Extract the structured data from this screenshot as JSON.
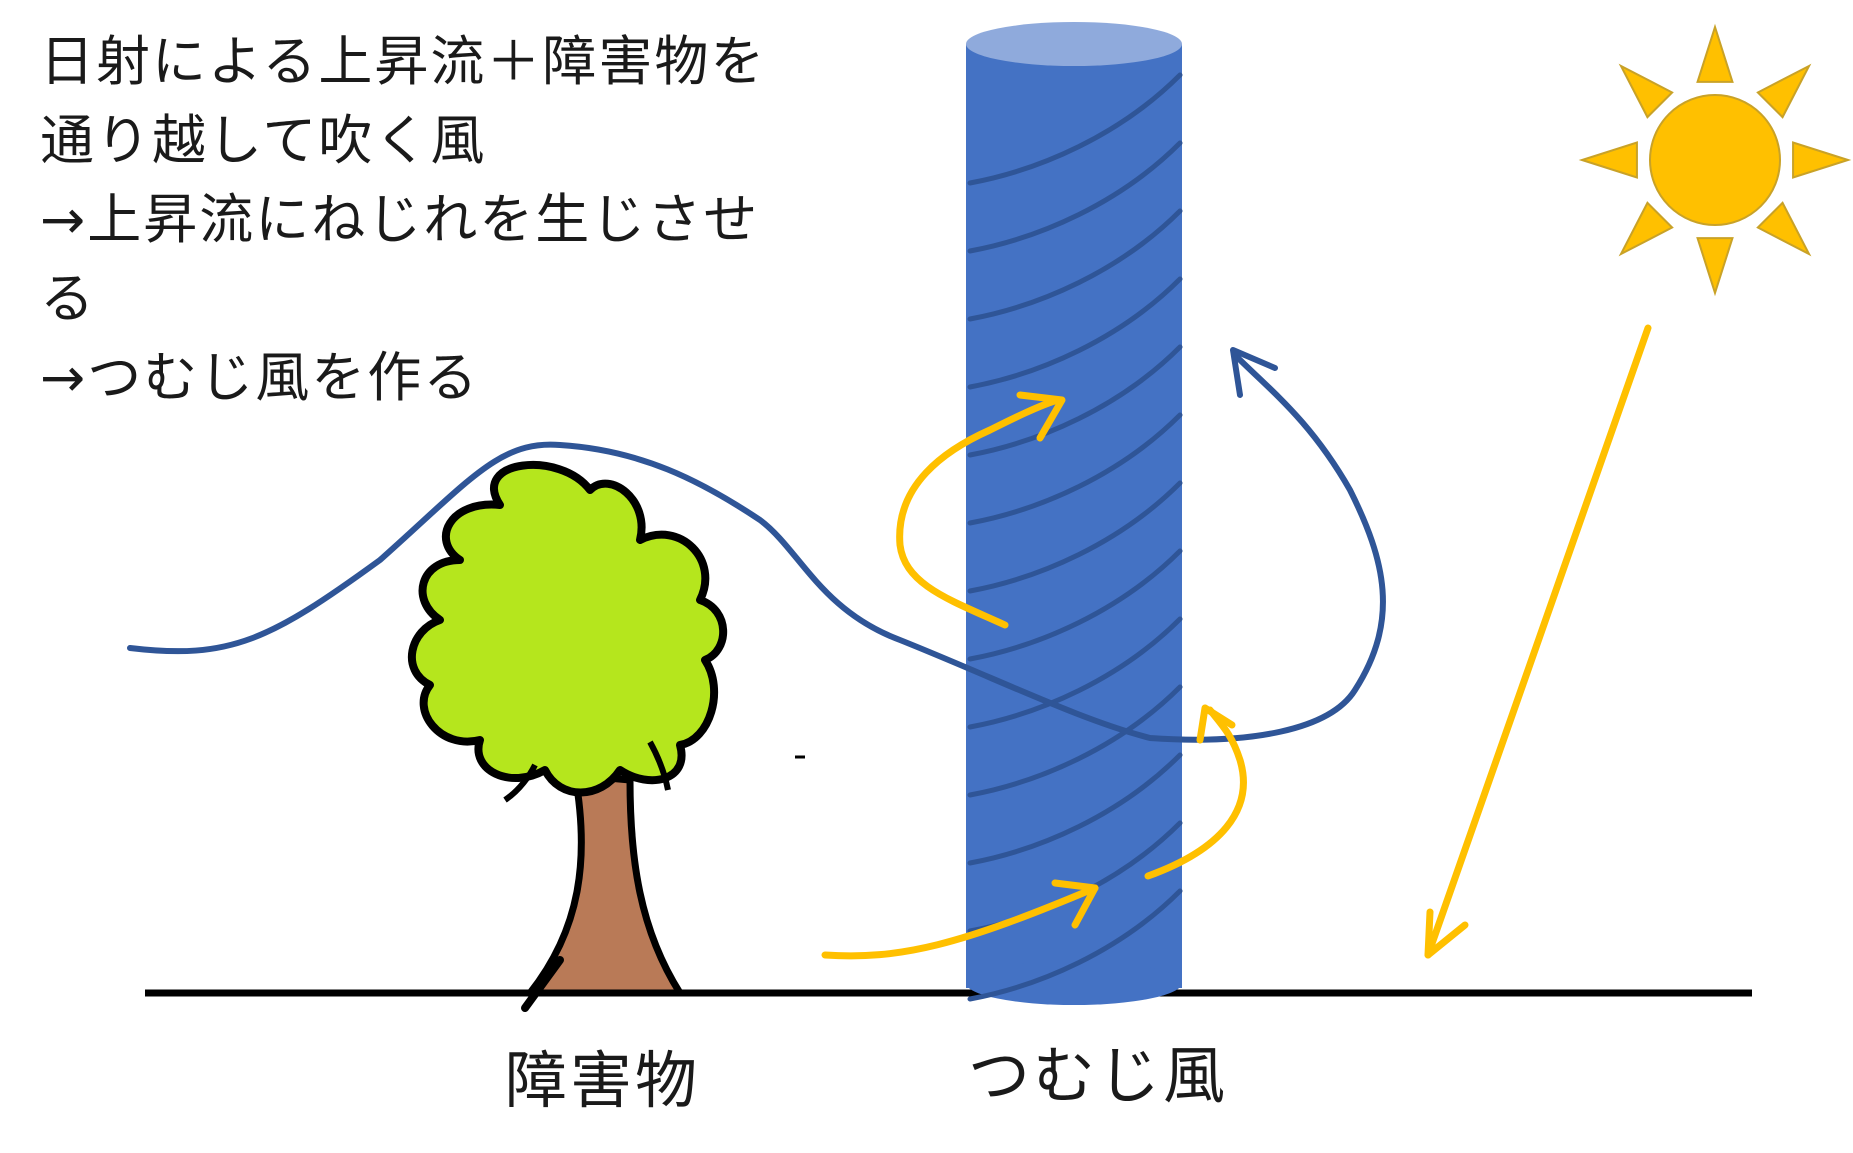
{
  "caption": {
    "lines": [
      "日射による上昇流＋障害物を",
      "通り越して吹く風",
      "→上昇流にねじれを生じさせ",
      "る",
      "→つむじ風を作る"
    ]
  },
  "labels": {
    "obstacle": "障害物",
    "whirlwind": "つむじ風"
  },
  "colors": {
    "column_body": "#4472C4",
    "column_top": "#8FAADC",
    "column_band": "#2F5597",
    "wind_line": "#2F5597",
    "updraft_arrow": "#FFC000",
    "sun": "#FFC000",
    "sun_outline": "#C9A227",
    "tree_canopy": "#B5E61D",
    "tree_trunk": "#B97A57",
    "ground": "#000000"
  },
  "icons": [
    "sun-icon",
    "tree-icon"
  ]
}
